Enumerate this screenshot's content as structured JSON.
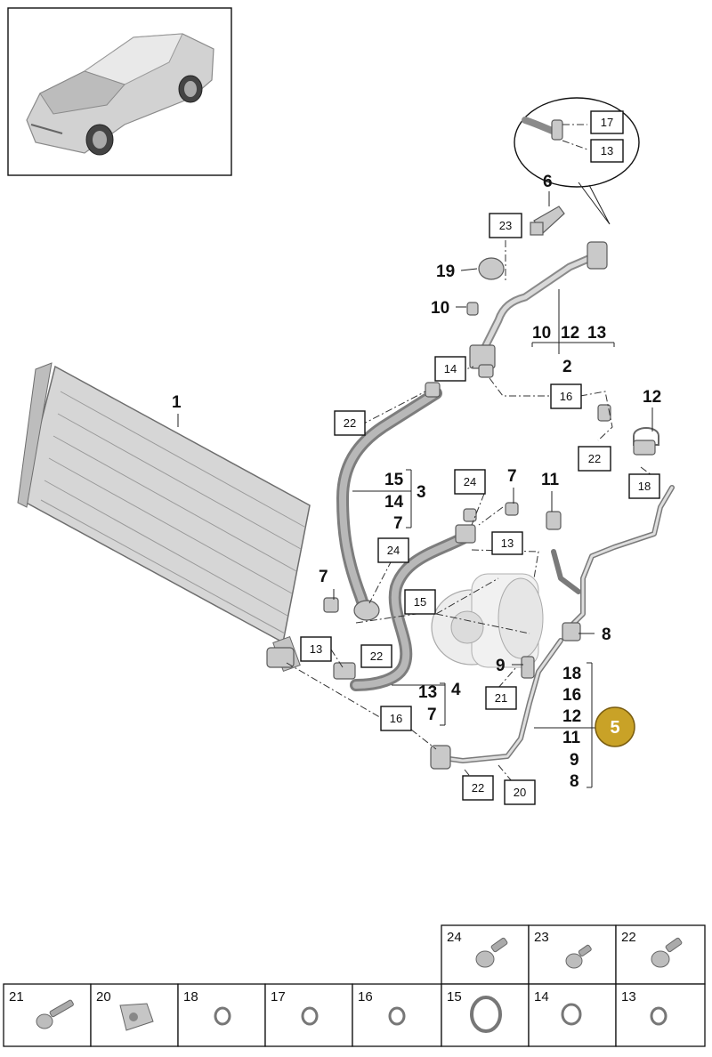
{
  "callouts": {
    "c1": "1",
    "c2": "2",
    "c3": "3",
    "c4": "4",
    "c5": "5",
    "c6": "6",
    "c7a": "7",
    "c7b": "7",
    "c8": "8",
    "c9": "9",
    "c10": "10",
    "c11": "11",
    "c12": "12",
    "c19": "19"
  },
  "groups": {
    "g2": [
      "10",
      "12",
      "13"
    ],
    "g3": [
      "15",
      "14",
      "7"
    ],
    "g4": [
      "13",
      "7"
    ],
    "g5": [
      "18",
      "16",
      "12",
      "11",
      "9",
      "8"
    ]
  },
  "boxes": {
    "b17": "17",
    "b13top": "13",
    "b23": "23",
    "b14": "14",
    "b16top": "16",
    "b22a": "22",
    "b22b": "22",
    "b18": "18",
    "b24a": "24",
    "b13mid": "13",
    "b24b": "24",
    "b15": "15",
    "b13left": "13",
    "b22c": "22",
    "b21": "21",
    "b16bot": "16",
    "b22bot": "22",
    "b20": "20"
  },
  "highlight_color": "#c9a227",
  "parts_table": {
    "top_row": [
      "24",
      "23",
      "22"
    ],
    "bottom_row": [
      "21",
      "20",
      "18",
      "17",
      "16",
      "15",
      "14",
      "13"
    ]
  }
}
